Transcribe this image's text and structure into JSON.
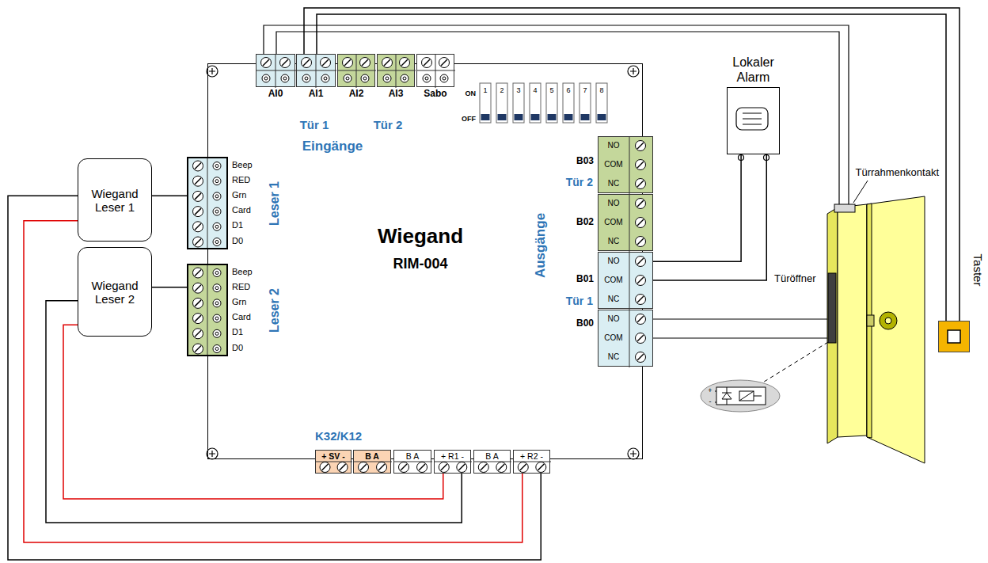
{
  "diagram": {
    "nodes": [
      {
        "text": [
          "Wiegand",
          "RIM-004"
        ]
      },
      {
        "text": [
          "Wiegand Leser 1"
        ]
      },
      {
        "text": [
          "Wiegand Leser 2"
        ]
      },
      {
        "text": [
          "Leser 1"
        ],
        "in": 0
      },
      {
        "text": [
          "Leser 2"
        ],
        "in": 0
      },
      {
        "text": [
          "AI0"
        ],
        "in": 0
      },
      {
        "text": [
          "AI1"
        ],
        "in": 0
      },
      {
        "text": [
          "AI2"
        ],
        "in": 0
      },
      {
        "text": [
          "AI3"
        ],
        "in": 0
      },
      {
        "text": [
          "Sabo"
        ],
        "in": 0
      },
      {
        "text": [
          "B03"
        ],
        "in": 0
      },
      {
        "text": [
          "B02"
        ],
        "in": 0
      },
      {
        "text": [
          "B01"
        ],
        "in": 0
      },
      {
        "text": [
          "B00"
        ],
        "in": 0
      },
      {
        "text": [
          "+ SV -"
        ],
        "in": 0
      },
      {
        "text": [
          "B A"
        ],
        "in": 0
      },
      {
        "text": [
          "B A"
        ],
        "in": 0
      },
      {
        "text": [
          "+ R1 -"
        ],
        "in": 0
      },
      {
        "text": [
          "B A"
        ],
        "in": 0
      },
      {
        "text": [
          "+ R2 -"
        ],
        "in": 0
      },
      {
        "text": [
          "Lokaler Alarm"
        ]
      },
      {
        "text": [
          "Taster"
        ]
      }
    ],
    "edges": [
      {
        "from": 1,
        "to": 3,
        "arrow": "none"
      },
      {
        "from": 1,
        "to": 19,
        "arrow": "none"
      },
      {
        "from": 1,
        "to": 19,
        "arrow": "none"
      },
      {
        "from": 2,
        "to": 4,
        "arrow": "none"
      },
      {
        "from": 2,
        "to": 17,
        "arrow": "none"
      },
      {
        "from": 2,
        "to": 17,
        "arrow": "none"
      },
      {
        "from": 20,
        "to": 12,
        "arrow": "none"
      },
      {
        "from": 20,
        "to": 12,
        "arrow": "none"
      },
      {
        "from": 21,
        "to": 6,
        "arrow": "none"
      },
      {
        "from": 21,
        "to": 6,
        "arrow": "none"
      }
    ],
    "labels": [
      "Tür 1",
      "Tür 2",
      "Eingänge",
      "ON",
      "OFF",
      "1",
      "2",
      "3",
      "4",
      "5",
      "6",
      "7",
      "8",
      "Beep",
      "RED",
      "Grn",
      "Card",
      "D1",
      "D0",
      "Beep",
      "RED",
      "Grn",
      "Card",
      "D1",
      "D0",
      "K32/K12",
      "NO",
      "COM",
      "NC",
      "Tür 2",
      "NO",
      "COM",
      "NC",
      "Ausgänge",
      "NO",
      "COM",
      "NC",
      "Tür 1",
      "NO",
      "COM",
      "NC",
      "Türrahmenkontakt",
      "Türöffner",
      "+",
      "-"
    ]
  }
}
